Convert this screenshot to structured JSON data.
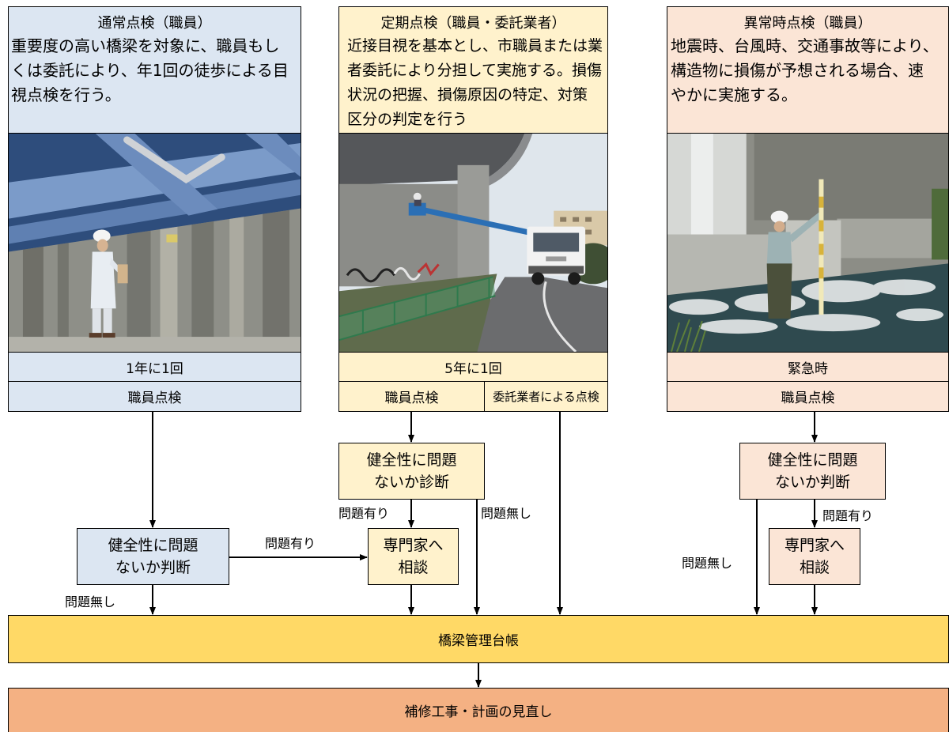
{
  "colors": {
    "routine": "#dce6f2",
    "periodic": "#fff2cc",
    "emergency": "#fbe5d6",
    "ledger": "#ffd966",
    "repair": "#f4b183"
  },
  "columns": [
    {
      "title": "通常点検（職員）",
      "body": [
        "重要度の高い橋梁を対象に、職員もし",
        "くは委託により、年1回の徒歩による目",
        "視点検を行う。"
      ],
      "frequency": "1年に1回",
      "inspection": [
        "職員点検"
      ]
    },
    {
      "title": "定期点検（職員・委託業者）",
      "body": [
        "近接目視を基本とし、市職員または業",
        "者委託により分担して実施する。損傷",
        "状況の把握、損傷原因の特定、対策",
        "区分の判定を行う"
      ],
      "frequency": "5年に1回",
      "inspection": [
        "職員点検",
        "委託業者による点検"
      ]
    },
    {
      "title": "異常時点検（職員）",
      "body": [
        "地震時、台風時、交通事故等により、",
        "構造物に損傷が予想される場合、速",
        "やかに実施する。"
      ],
      "frequency": "緊急時",
      "inspection": [
        "職員点検"
      ]
    }
  ],
  "flow": {
    "routine": {
      "judge": [
        "健全性に問題",
        "ないか判断"
      ],
      "issue": "問題有り",
      "no_issue": "問題無し"
    },
    "periodic": {
      "judge": [
        "健全性に問題",
        "ないか診断"
      ],
      "issue": "問題有り",
      "no_issue": "問題無し",
      "expert": [
        "専門家へ",
        "相談"
      ]
    },
    "emergency": {
      "judge": [
        "健全性に問題",
        "ないか判断"
      ],
      "issue": "問題有り",
      "no_issue": "問題無し",
      "expert": [
        "専門家へ",
        "相談"
      ]
    }
  },
  "ledger": "橋梁管理台帳",
  "repair": "補修工事・計画の見直し"
}
